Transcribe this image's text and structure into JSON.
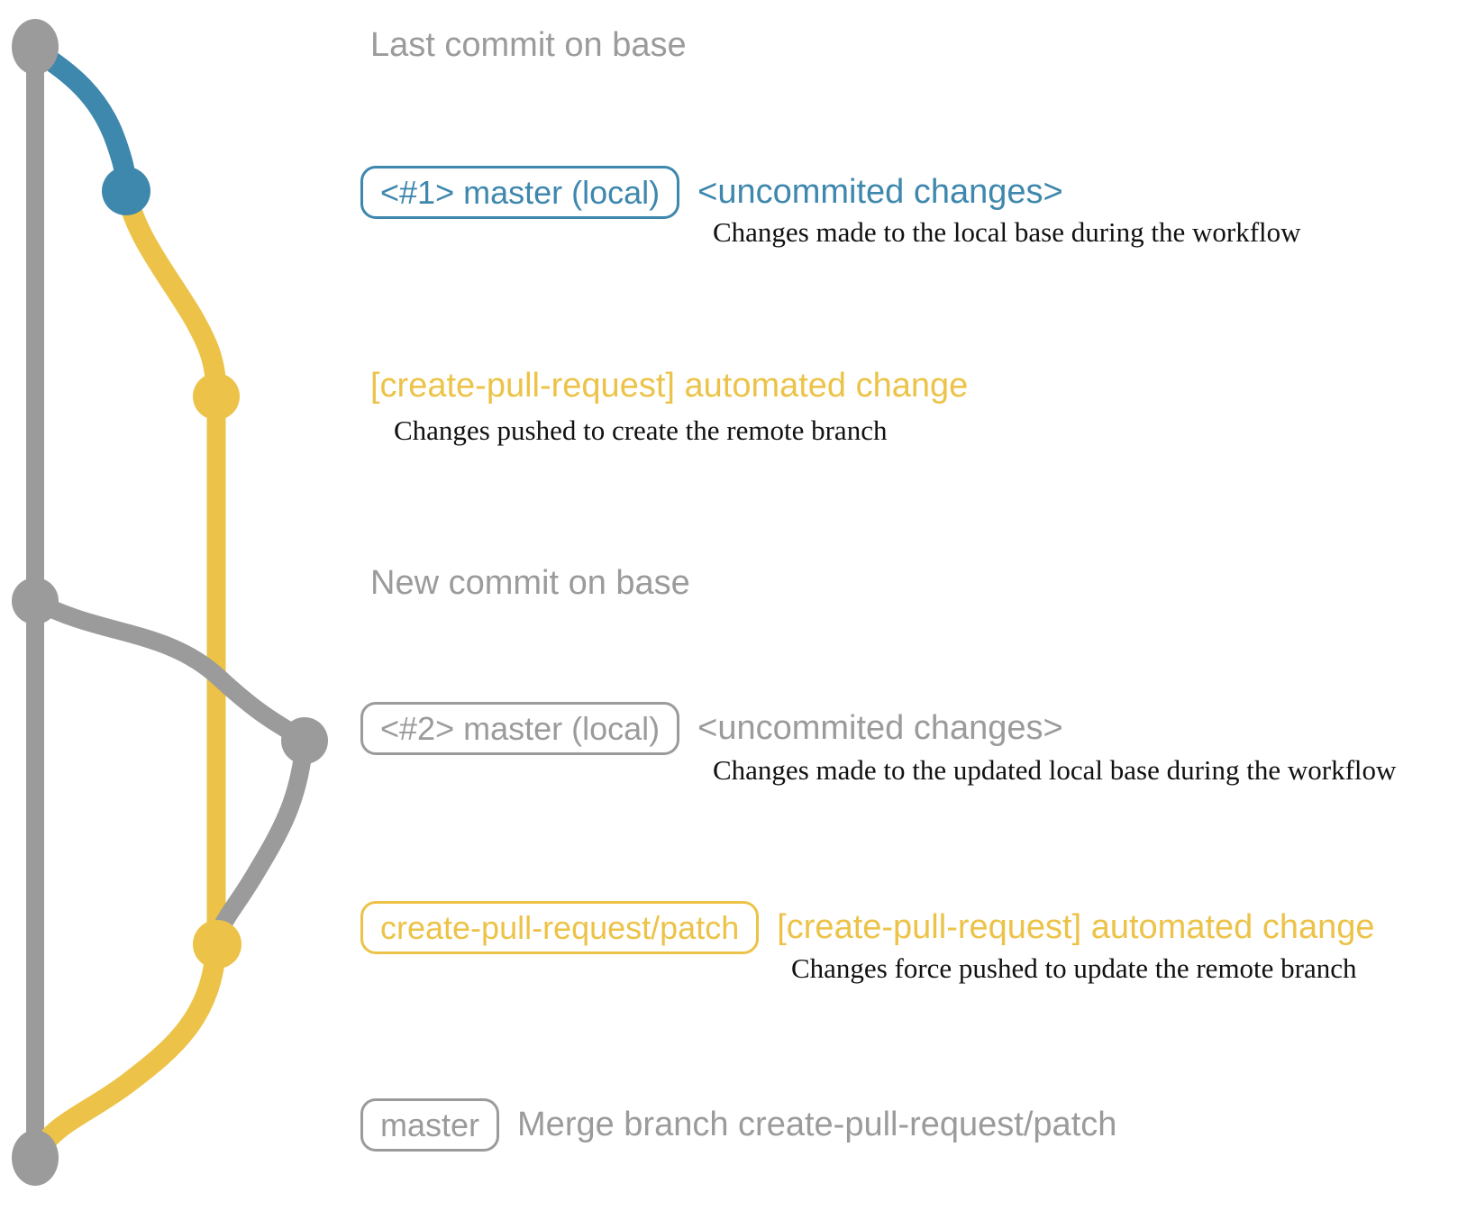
{
  "colors": {
    "base_gray": "#9b9b9b",
    "branch_blue": "#3e87ad",
    "branch_yellow": "#ecc348",
    "caption_black": "#111111"
  },
  "rows": {
    "last_commit": {
      "message": "Last commit on base"
    },
    "commit1": {
      "badge": "<#1> master (local)",
      "annotation": "<uncommited changes>",
      "caption": "Changes made to the local base during the workflow"
    },
    "push1": {
      "annotation": "[create-pull-request] automated change",
      "caption": "Changes pushed to create the remote branch"
    },
    "new_commit": {
      "message": "New commit on base"
    },
    "commit2": {
      "badge": "<#2> master (local)",
      "annotation": "<uncommited changes>",
      "caption": "Changes made to the updated local base during the workflow"
    },
    "push2": {
      "badge": "create-pull-request/patch",
      "annotation": "[create-pull-request] automated change",
      "caption": "Changes force pushed to update the remote branch"
    },
    "merge": {
      "badge": "master",
      "message": "Merge branch create-pull-request/patch"
    }
  }
}
